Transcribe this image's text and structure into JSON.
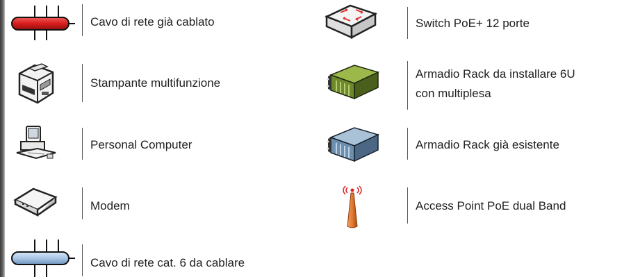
{
  "legend": {
    "items": [
      {
        "icon": "network-cable-red-icon",
        "label": "Cavo di rete già cablato"
      },
      {
        "icon": "multifunction-printer-icon",
        "label": "Stampante multifunzione"
      },
      {
        "icon": "personal-computer-icon",
        "label": "Personal Computer"
      },
      {
        "icon": "modem-icon",
        "label": "Modem"
      },
      {
        "icon": "network-cable-blue-icon",
        "label": "Cavo di rete cat. 6 da cablare"
      },
      {
        "icon": "poe-switch-icon",
        "label": "Switch PoE+ 12 porte"
      },
      {
        "icon": "rack-green-icon",
        "label_line1": "Armadio Rack da installare 6U",
        "label_line2": "con multiplesa"
      },
      {
        "icon": "rack-blue-icon",
        "label": "Armadio Rack già esistente"
      },
      {
        "icon": "access-point-icon",
        "label": "Access Point PoE dual Band"
      }
    ]
  },
  "colors": {
    "cable_red": "#d81c1c",
    "cable_blue": "#a9c6e6",
    "rack_green": "#6d8a2a",
    "rack_blue": "#6c8fb0",
    "antenna_orange": "#e07a2e"
  }
}
